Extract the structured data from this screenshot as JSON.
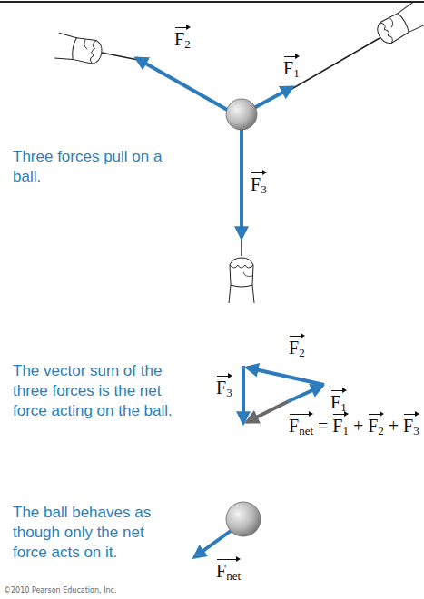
{
  "diagram": {
    "labels": [
      "Three forces pull on a ball.",
      "F2",
      "F1",
      "F3",
      "The vector sum of the three forces is the net force acting on the ball.",
      "F2",
      "F1",
      "F3",
      "Fnet = F1 + F2 + F3",
      "The ball behaves as though only the net force acts on it.",
      "Fnet",
      "©2010 Pearson Education, Inc."
    ]
  }
}
